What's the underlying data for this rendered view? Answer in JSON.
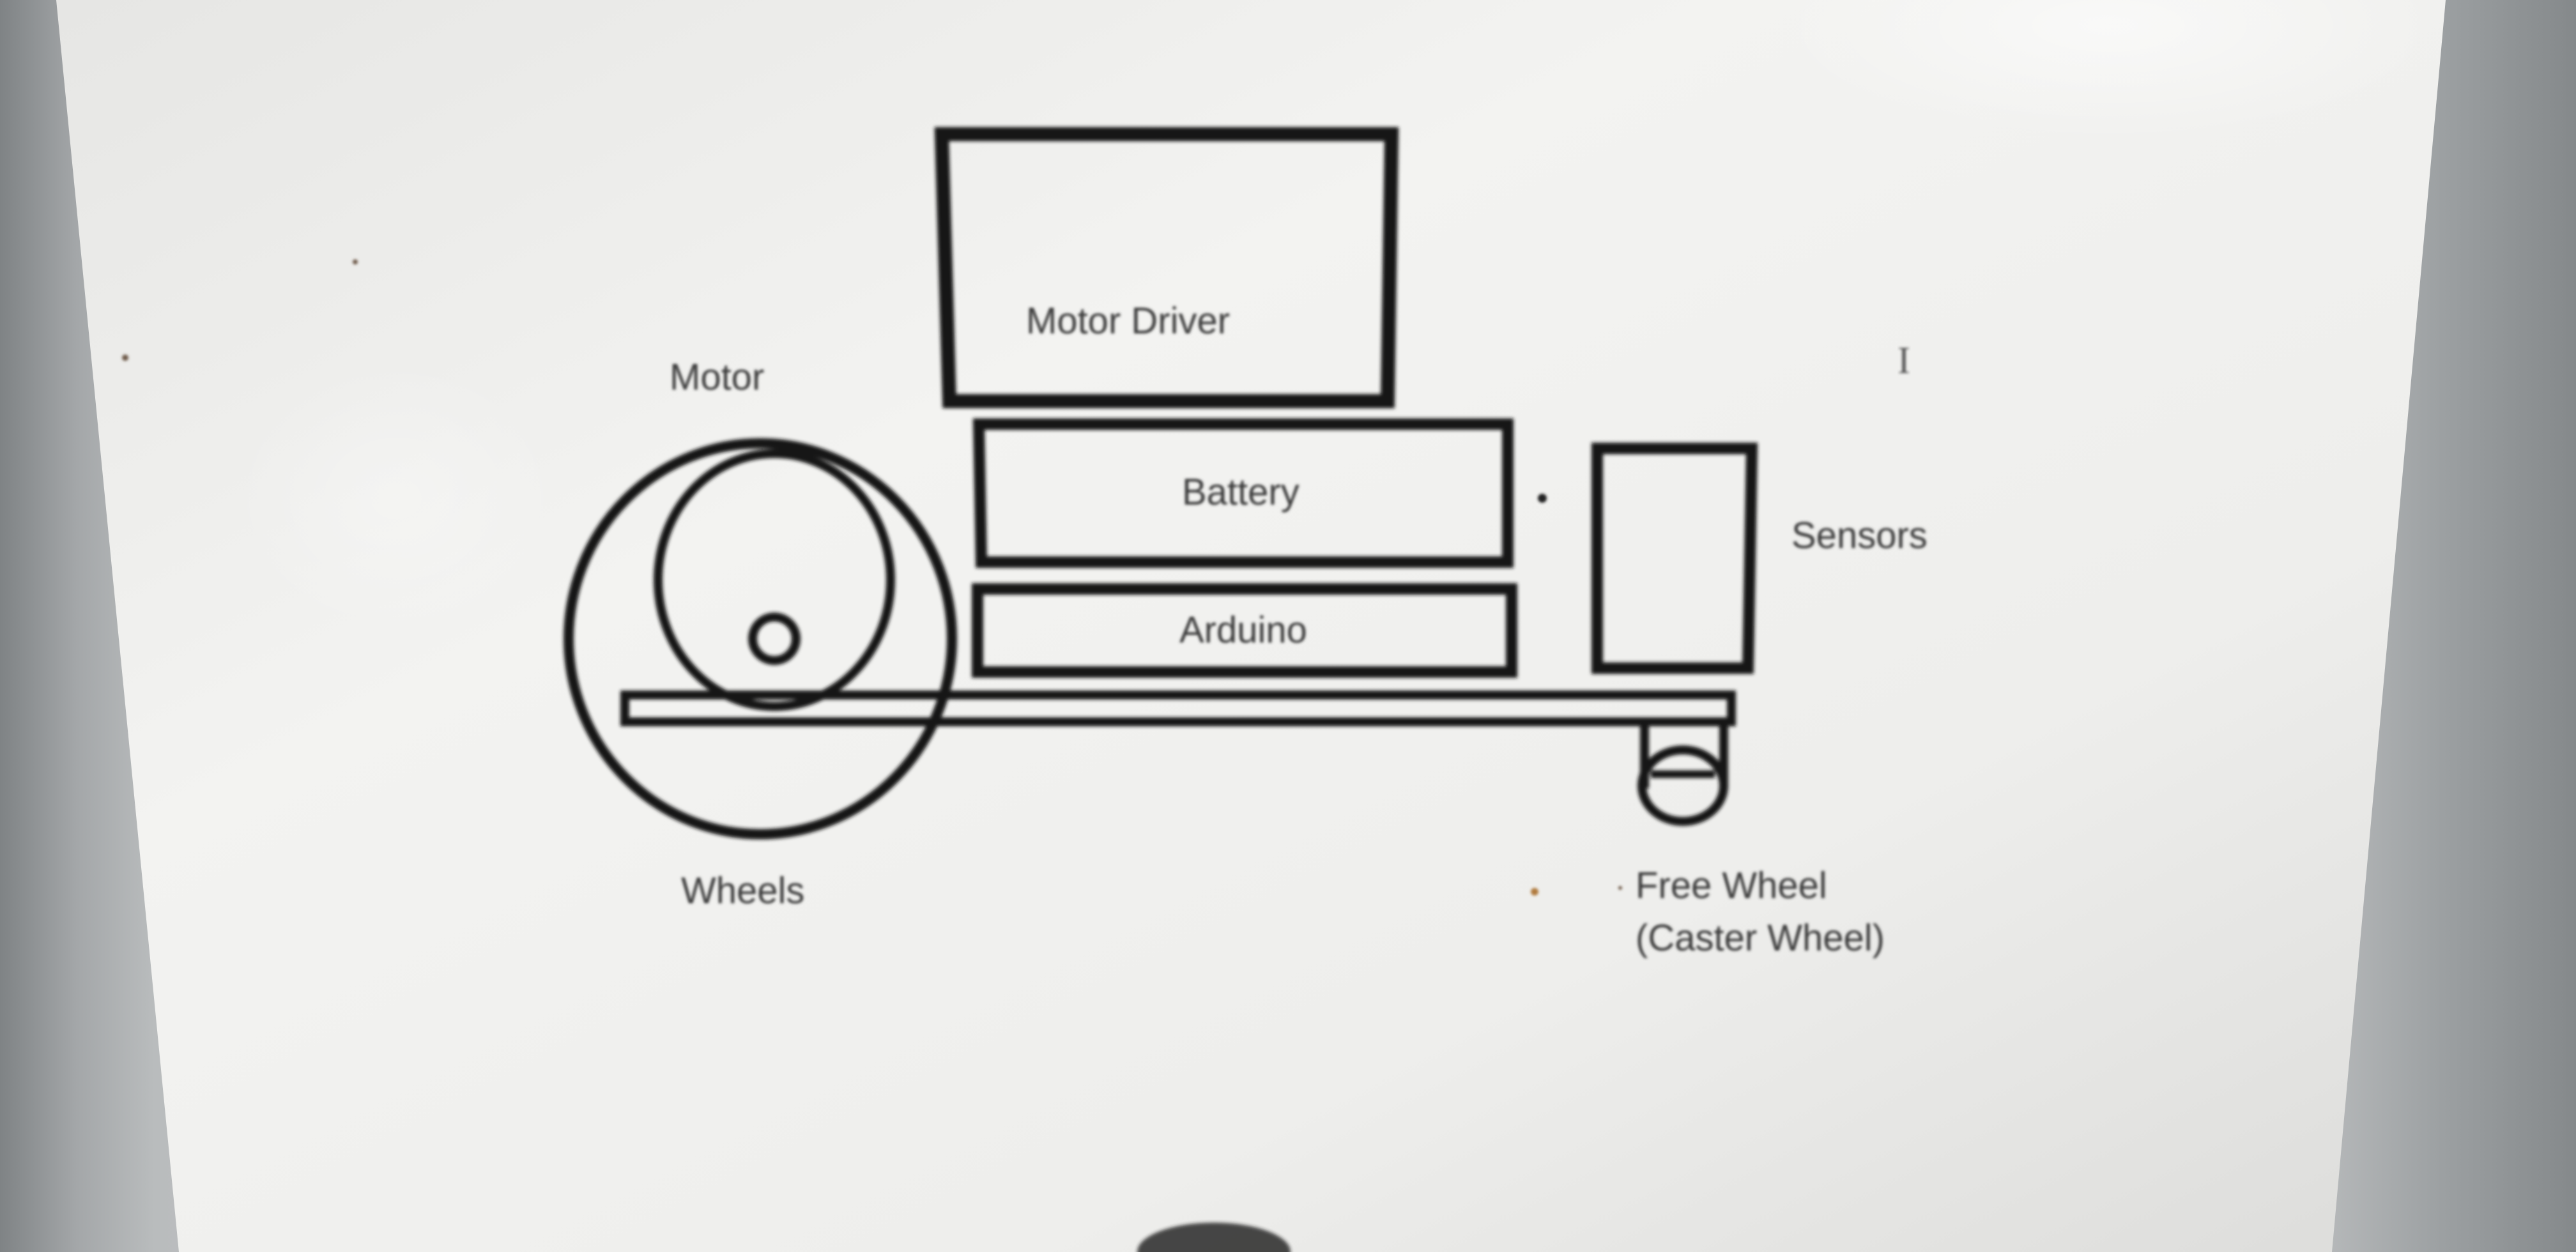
{
  "diagram": {
    "labels": {
      "motor_driver": "Motor Driver",
      "motor": "Motor",
      "battery": "Battery",
      "arduino": "Arduino",
      "sensors": "Sensors",
      "wheels": "Wheels",
      "free_wheel_line1": "Free Wheel",
      "free_wheel_line2": "(Caster Wheel)"
    }
  },
  "colors": {
    "paper": "#f2f2f0",
    "ink": "#141414",
    "label": "#3a3a3a"
  }
}
